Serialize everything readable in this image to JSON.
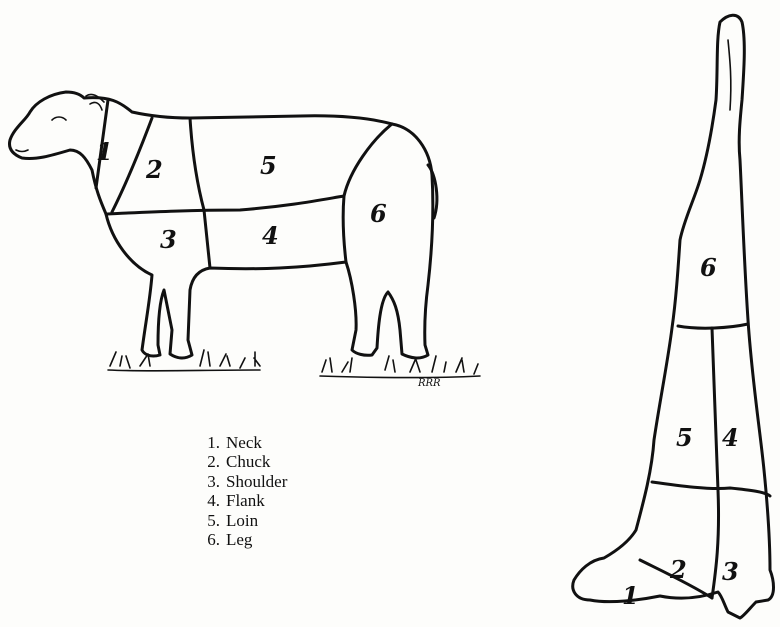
{
  "side_view": {
    "region_labels": [
      "1",
      "2",
      "5",
      "6",
      "3",
      "4"
    ]
  },
  "hanging_view": {
    "region_labels": [
      "6",
      "5",
      "4",
      "2",
      "3",
      "1"
    ]
  },
  "legend": [
    {
      "num": "1.",
      "name": "Neck"
    },
    {
      "num": "2.",
      "name": "Chuck"
    },
    {
      "num": "3.",
      "name": "Shoulder"
    },
    {
      "num": "4.",
      "name": "Flank"
    },
    {
      "num": "5.",
      "name": "Loin"
    },
    {
      "num": "6.",
      "name": "Leg"
    }
  ],
  "signature": "RRR"
}
